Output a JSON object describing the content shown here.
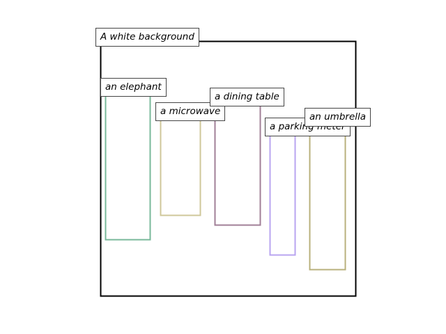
{
  "scene": {
    "label": "A white background",
    "border_color": "#000000",
    "objects": [
      {
        "label": "an elephant",
        "color": "#78b89a"
      },
      {
        "label": "a microwave",
        "color": "#cfc79a"
      },
      {
        "label": "a dining table",
        "color": "#a07f97"
      },
      {
        "label": "a parking meter",
        "color": "#b8a4f0"
      },
      {
        "label": "an umbrella",
        "color": "#b8b07c"
      }
    ]
  }
}
